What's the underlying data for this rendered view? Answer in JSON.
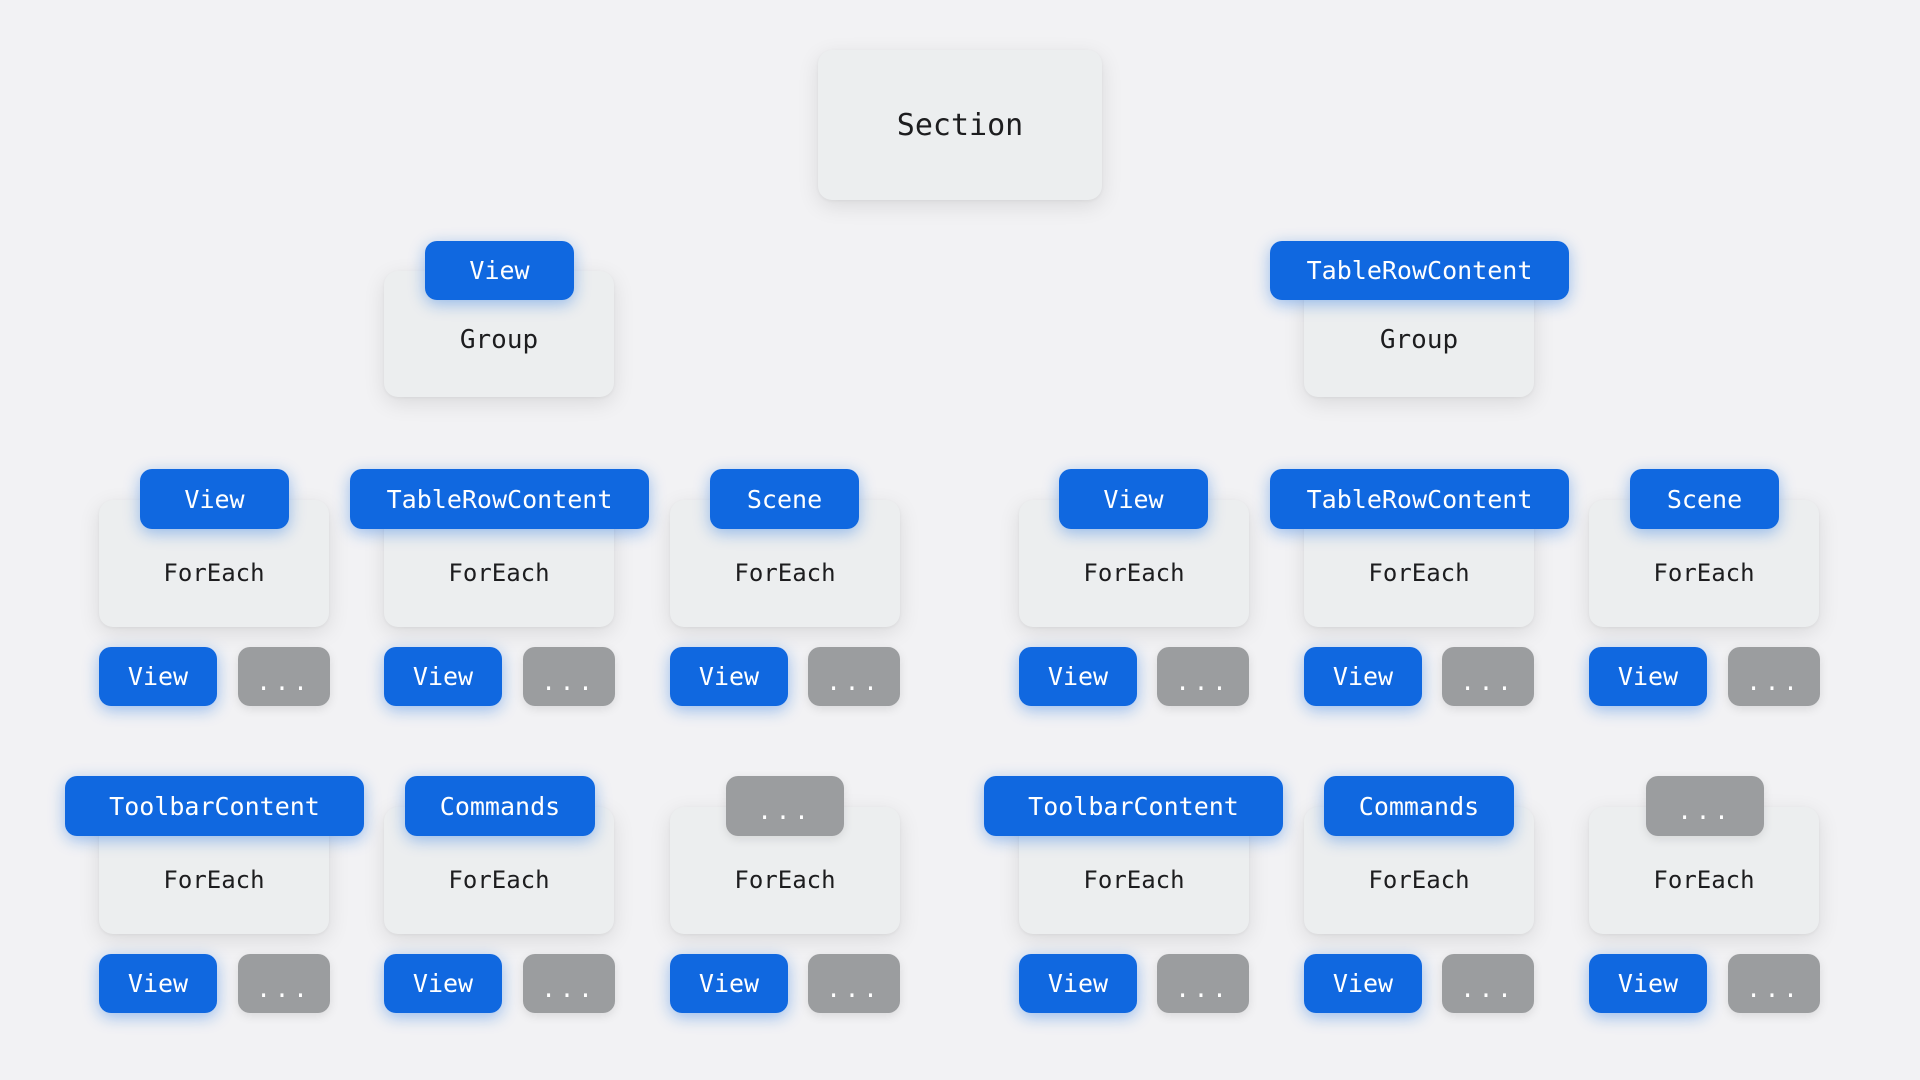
{
  "section": {
    "label": "Section"
  },
  "groups": [
    {
      "type_label": "View",
      "label": "Group",
      "children": [
        {
          "type_label": "View",
          "type_style": "blue",
          "label": "ForEach",
          "items": [
            {
              "label": "View",
              "style": "blue"
            },
            {
              "label": "...",
              "style": "gray"
            }
          ]
        },
        {
          "type_label": "TableRowContent",
          "type_style": "blue",
          "label": "ForEach",
          "items": [
            {
              "label": "View",
              "style": "blue"
            },
            {
              "label": "...",
              "style": "gray"
            }
          ]
        },
        {
          "type_label": "Scene",
          "type_style": "blue",
          "label": "ForEach",
          "items": [
            {
              "label": "View",
              "style": "blue"
            },
            {
              "label": "...",
              "style": "gray"
            }
          ]
        },
        {
          "type_label": "ToolbarContent",
          "type_style": "blue",
          "label": "ForEach",
          "items": [
            {
              "label": "View",
              "style": "blue"
            },
            {
              "label": "...",
              "style": "gray"
            }
          ]
        },
        {
          "type_label": "Commands",
          "type_style": "blue",
          "label": "ForEach",
          "items": [
            {
              "label": "View",
              "style": "blue"
            },
            {
              "label": "...",
              "style": "gray"
            }
          ]
        },
        {
          "type_label": "...",
          "type_style": "gray",
          "label": "ForEach",
          "items": [
            {
              "label": "View",
              "style": "blue"
            },
            {
              "label": "...",
              "style": "gray"
            }
          ]
        }
      ]
    },
    {
      "type_label": "TableRowContent",
      "label": "Group",
      "children": [
        {
          "type_label": "View",
          "type_style": "blue",
          "label": "ForEach",
          "items": [
            {
              "label": "View",
              "style": "blue"
            },
            {
              "label": "...",
              "style": "gray"
            }
          ]
        },
        {
          "type_label": "TableRowContent",
          "type_style": "blue",
          "label": "ForEach",
          "items": [
            {
              "label": "View",
              "style": "blue"
            },
            {
              "label": "...",
              "style": "gray"
            }
          ]
        },
        {
          "type_label": "Scene",
          "type_style": "blue",
          "label": "ForEach",
          "items": [
            {
              "label": "View",
              "style": "blue"
            },
            {
              "label": "...",
              "style": "gray"
            }
          ]
        },
        {
          "type_label": "ToolbarContent",
          "type_style": "blue",
          "label": "ForEach",
          "items": [
            {
              "label": "View",
              "style": "blue"
            },
            {
              "label": "...",
              "style": "gray"
            }
          ]
        },
        {
          "type_label": "Commands",
          "type_style": "blue",
          "label": "ForEach",
          "items": [
            {
              "label": "View",
              "style": "blue"
            },
            {
              "label": "...",
              "style": "gray"
            }
          ]
        },
        {
          "type_label": "...",
          "type_style": "gray",
          "label": "ForEach",
          "items": [
            {
              "label": "View",
              "style": "blue"
            },
            {
              "label": "...",
              "style": "gray"
            }
          ]
        }
      ]
    }
  ],
  "colors": {
    "accent": "#1068e0",
    "neutral": "#9b9d9f",
    "card": "#eceeef",
    "background": "#f2f2f4",
    "text": "#1d1d1f"
  }
}
